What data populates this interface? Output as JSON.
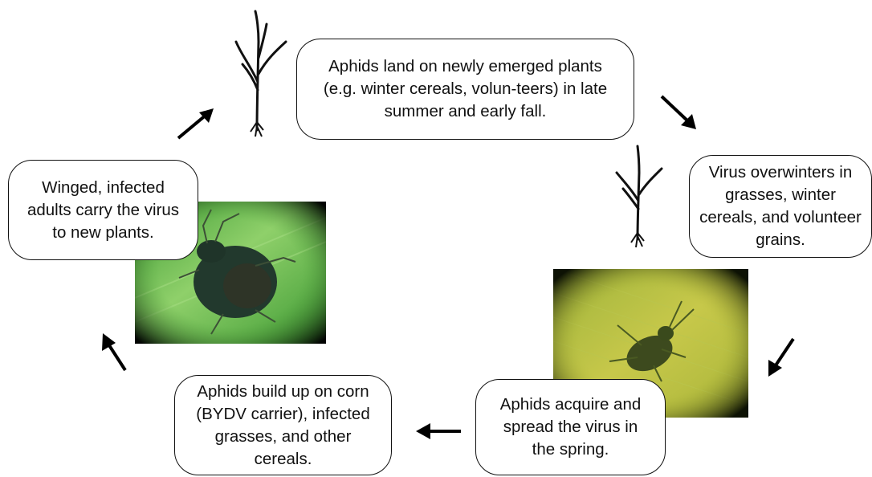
{
  "cycle": {
    "step_1": "Aphids land on newly emerged plants (e.g. winter cereals, volun-teers) in late summer and early fall.",
    "step_2": "Virus overwinters in grasses, winter cereals, and volunteer grains.",
    "step_3": "Aphids acquire and spread the virus in the spring.",
    "step_4": "Aphids build up on corn (BYDV carrier), infected grasses, and other cereals.",
    "step_5": "Winged, infected adults carry the virus to new plants."
  },
  "colors": {
    "text": "#111111",
    "arrow": "#000000",
    "leaf_green": "#5fa63c",
    "aphid_dark": "#1f3a2c"
  }
}
